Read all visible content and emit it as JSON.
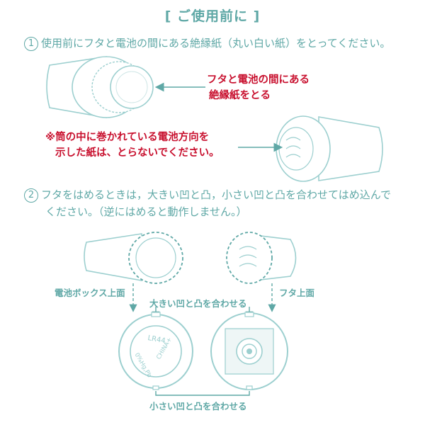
{
  "header": {
    "title": "[ ご使用前に ]"
  },
  "step1": {
    "number": "1",
    "text": "使用前にフタと電池の間にある絶縁紙（丸い白い紙）をとってください。",
    "callout_line1": "フタと電池の間にある",
    "callout_line2": "絶縁紙をとる",
    "warning_line1": "※筒の中に巻かれている電池方向を",
    "warning_line2": "示した紙は、とらないでください。"
  },
  "step2": {
    "number": "2",
    "text_line1": "フタをはめるときは，大きい凹と凸，小さい凹と凸を合わせてはめ込んで",
    "text_line2": "ください。（逆にはめると動作しません。）",
    "label_battery_top": "電池ボックス上面",
    "label_cap_top": "フタ上面",
    "label_large_match": "大きい凹と凸を合わせる",
    "label_small_match": "小さい凹と凸を合わせる",
    "coin_text1": "LR44",
    "coin_text2": "0%Hg,Pb",
    "coin_text3": "CHINA+"
  },
  "colors": {
    "accent": "#5fa8a6",
    "warning": "#c8102e",
    "line": "#9ccfcf"
  }
}
